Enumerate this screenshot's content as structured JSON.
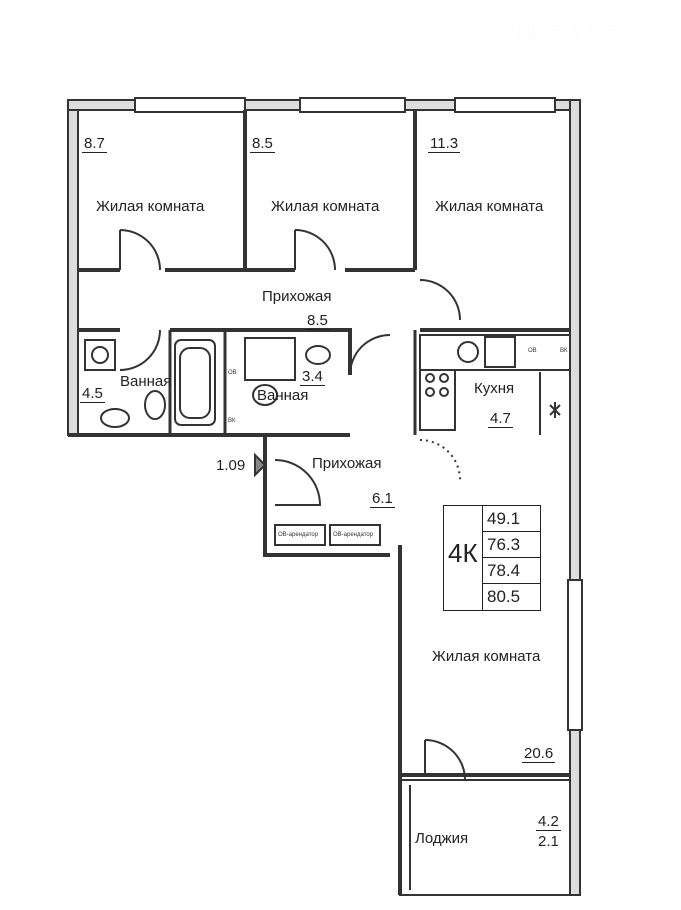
{
  "logo": {
    "text": "ONREALT"
  },
  "rooms": {
    "bedroom1": {
      "label": "Жилая комната",
      "area": "8.7"
    },
    "bedroom2": {
      "label": "Жилая комната",
      "area": "8.5"
    },
    "bedroom3": {
      "label": "Жилая комната",
      "area": "11.3"
    },
    "hall1": {
      "label": "Прихожая",
      "area": "8.5"
    },
    "bath1": {
      "label": "Ванная",
      "area": "4.5"
    },
    "bath2": {
      "label": "Ванная",
      "area": "3.4"
    },
    "kitchen": {
      "label": "Кухня",
      "area": "4.7"
    },
    "hall2": {
      "label": "Прихожая",
      "area": "6.1"
    },
    "entrance": {
      "area": "1.09"
    },
    "living": {
      "label": "Жилая комната",
      "area": "20.6"
    },
    "loggia": {
      "label": "Лоджия",
      "area_full": "4.2",
      "area_reduced": "2.1"
    }
  },
  "fixtures": {
    "ov": "ОВ",
    "vk": "ВК",
    "ov_tenant": "ОВ-арендатор"
  },
  "summary": {
    "type": "4К",
    "values": [
      "49.1",
      "76.3",
      "78.4",
      "80.5"
    ]
  }
}
